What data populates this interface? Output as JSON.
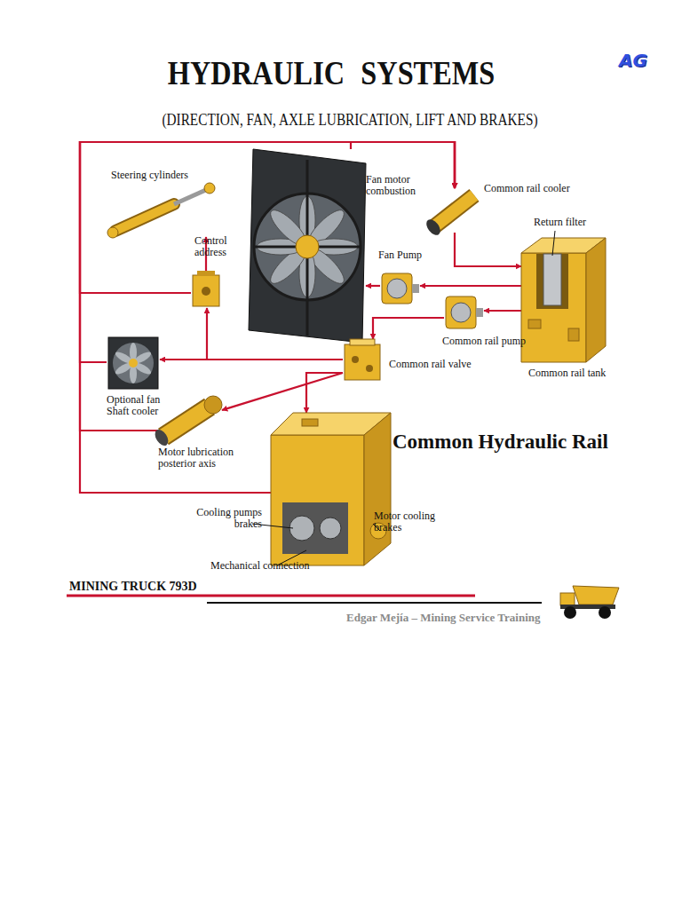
{
  "diagram": {
    "title": "HYDRAULIC SYSTEMS",
    "nodes": [
      {
        "text": [
          "Steering cylinders"
        ]
      },
      {
        "text": [
          "Fan motor combustion"
        ]
      },
      {
        "text": [
          "Common rail cooler"
        ]
      },
      {
        "text": [
          "Return filter",
          "Common rail tank"
        ]
      },
      {
        "text": [
          "Control address"
        ]
      },
      {
        "text": [
          "Fan Pump"
        ]
      },
      {
        "text": [
          "Common rail pump"
        ]
      },
      {
        "text": [
          "Optional fan Shaft cooler"
        ]
      },
      {
        "text": [
          "Common rail valve"
        ]
      },
      {
        "text": [
          "Motor lubrication posterior axis"
        ]
      },
      {
        "text": [
          "Cooling pumps brakes",
          "Motor cooling brakes",
          "Mechanical connection"
        ]
      }
    ],
    "edges": [
      {
        "from": 3,
        "to": 5,
        "arrow": "to"
      },
      {
        "from": 5,
        "to": 1,
        "arrow": "to"
      },
      {
        "from": 3,
        "to": 6,
        "arrow": "to"
      },
      {
        "from": 6,
        "to": 8,
        "arrow": "to"
      },
      {
        "from": 8,
        "to": 4,
        "arrow": "to"
      },
      {
        "from": 4,
        "to": 0,
        "arrow": "to"
      },
      {
        "from": 8,
        "to": 7,
        "arrow": "to"
      },
      {
        "from": 8,
        "to": 9,
        "arrow": "to"
      },
      {
        "from": 8,
        "to": 10,
        "arrow": "to"
      },
      {
        "from": 1,
        "to": 2,
        "arrow": "to"
      },
      {
        "from": 2,
        "to": 3,
        "arrow": "to"
      },
      {
        "from": 4,
        "to": 2,
        "arrow": "to"
      },
      {
        "from": 7,
        "to": 2,
        "arrow": "to"
      },
      {
        "from": 9,
        "to": 2,
        "arrow": "to"
      },
      {
        "from": 10,
        "to": 2,
        "arrow": "to"
      }
    ],
    "labels": [
      "AG",
      "(DIRECTION, FAN, AXLE LUBRICATION, LIFT AND BRAKES)",
      "Common Hydraulic Rail",
      "MINING TRUCK 793D",
      "Edgar Mejía – Mining Service Training"
    ]
  }
}
